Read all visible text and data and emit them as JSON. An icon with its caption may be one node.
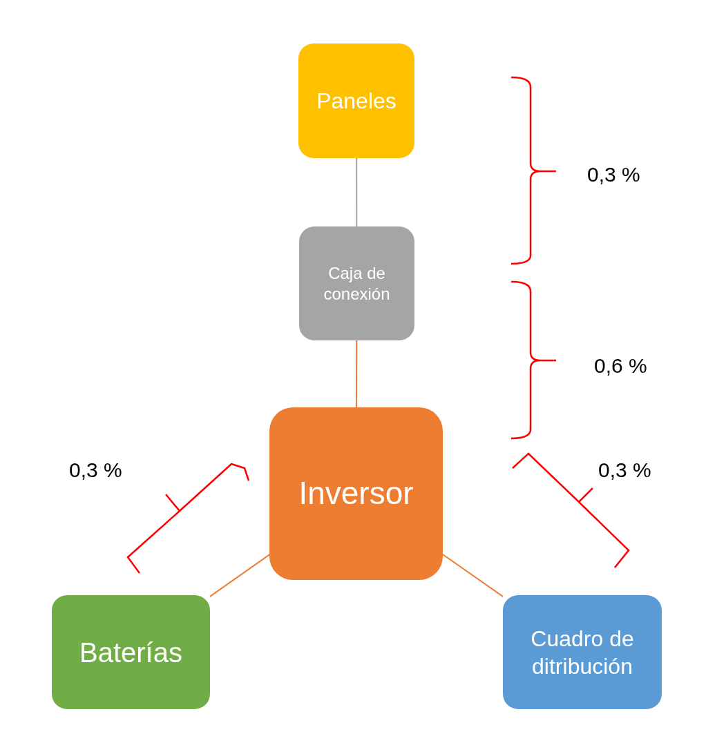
{
  "diagram": {
    "nodes": [
      {
        "text": [
          "Paneles"
        ]
      },
      {
        "text": [
          "Caja de conexión"
        ]
      },
      {
        "text": [
          "Inversor"
        ]
      },
      {
        "text": [
          "Baterías"
        ]
      },
      {
        "text": [
          "Cuadro de ditribución"
        ]
      }
    ],
    "edges": [
      {
        "from": 0,
        "to": 1,
        "arrow": "none",
        "color": "#a5a5a5"
      },
      {
        "from": 1,
        "to": 2,
        "arrow": "none"
      },
      {
        "from": 2,
        "to": 3,
        "arrow": "none"
      },
      {
        "from": 2,
        "to": 4,
        "arrow": "none"
      }
    ],
    "labels": [
      "0,3 %",
      "0,6 %",
      "0,3 %",
      "0,3 %"
    ]
  }
}
